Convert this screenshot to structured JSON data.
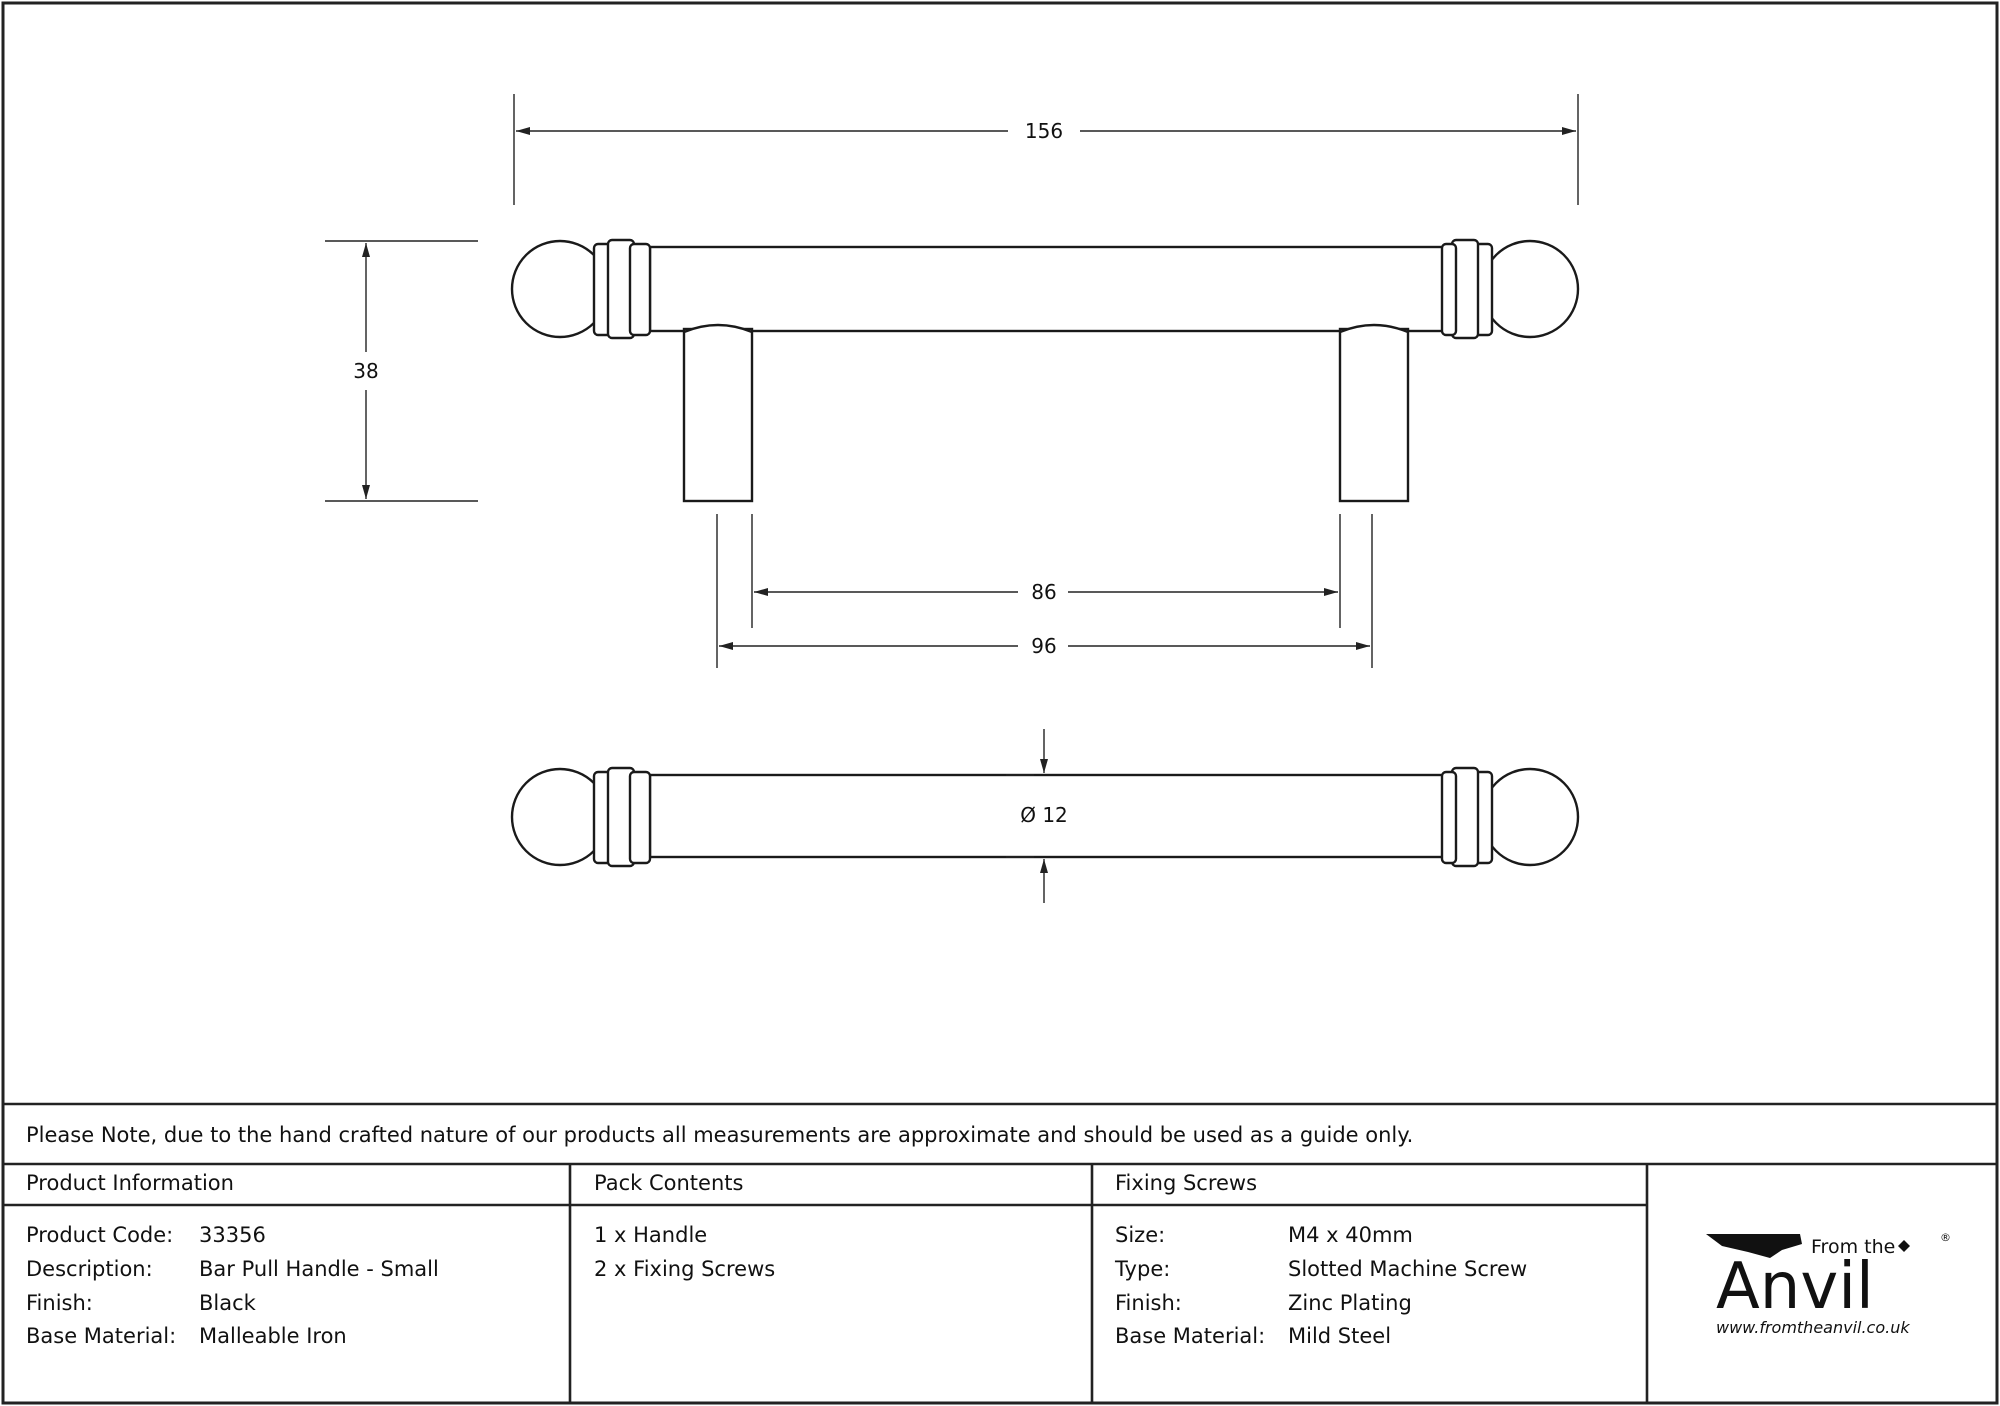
{
  "dimensions": {
    "overall_length": "156",
    "height": "38",
    "inner_centers": "86",
    "outer_centers": "96",
    "diameter": "Ø 12"
  },
  "note": "Please Note, due to the hand crafted nature of our products all measurements are approximate and should be used as a guide only.",
  "product_information": {
    "heading": "Product Information",
    "rows": [
      {
        "label": "Product Code:",
        "value": "33356"
      },
      {
        "label": "Description:",
        "value": "Bar Pull Handle - Small"
      },
      {
        "label": "Finish:",
        "value": "Black"
      },
      {
        "label": "Base Material:",
        "value": "Malleable Iron"
      }
    ]
  },
  "pack_contents": {
    "heading": "Pack Contents",
    "items": [
      "1 x Handle",
      "2 x Fixing Screws"
    ]
  },
  "fixing_screws": {
    "heading": "Fixing Screws",
    "rows": [
      {
        "label": "Size:",
        "value": "M4 x 40mm"
      },
      {
        "label": "Type:",
        "value": "Slotted Machine Screw"
      },
      {
        "label": "Finish:",
        "value": "Zinc Plating"
      },
      {
        "label": "Base Material:",
        "value": "Mild Steel"
      }
    ]
  },
  "logo": {
    "from_the": "From the",
    "anvil": "Anvil",
    "registered": "®",
    "url": "www.fromtheanvil.co.uk"
  }
}
